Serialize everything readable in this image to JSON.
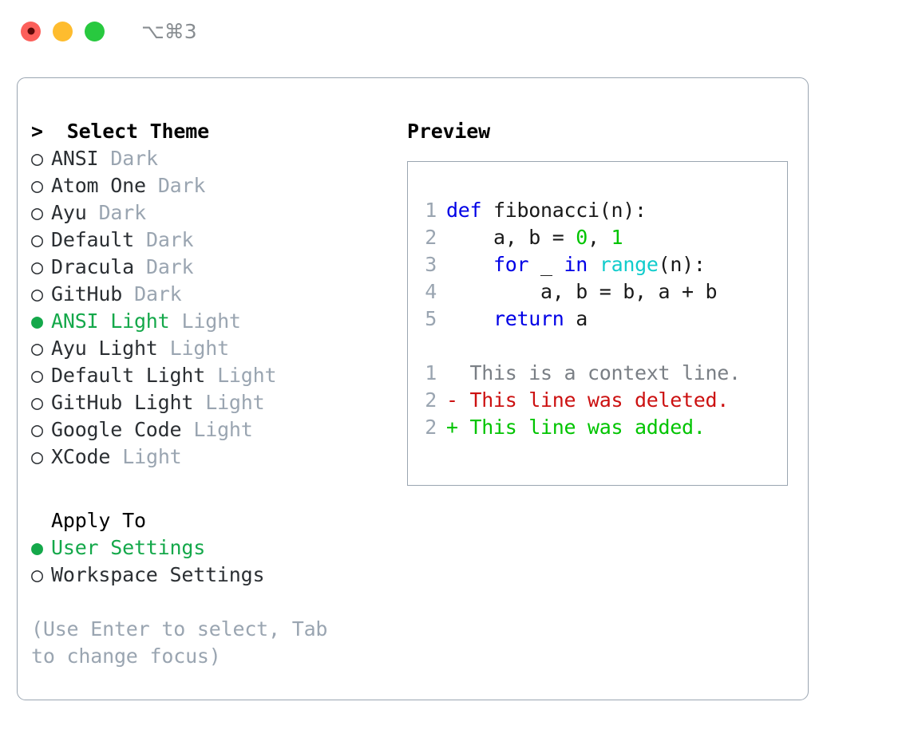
{
  "titlebar": {
    "traffic_lights": [
      "close",
      "minimize",
      "maximize"
    ],
    "shortcut": "⌥⌘3",
    "colors": {
      "red": "#fc5f5a",
      "yellow": "#febc2e",
      "green": "#28c93f"
    }
  },
  "theme_picker": {
    "heading": "> Select Theme",
    "heading_caret": ">",
    "heading_label": "Select Theme",
    "bullet_selected": "●",
    "bullet_unselected": "○",
    "accent_color": "#14a84a",
    "muted_color": "#9aa5b1",
    "options": [
      {
        "bullet": "○",
        "name": "ANSI",
        "kind": "Dark",
        "selected": false
      },
      {
        "bullet": "○",
        "name": "Atom One",
        "kind": "Dark",
        "selected": false
      },
      {
        "bullet": "○",
        "name": "Ayu",
        "kind": "Dark",
        "selected": false
      },
      {
        "bullet": "○",
        "name": "Default",
        "kind": "Dark",
        "selected": false
      },
      {
        "bullet": "○",
        "name": "Dracula",
        "kind": "Dark",
        "selected": false
      },
      {
        "bullet": "○",
        "name": "GitHub",
        "kind": "Dark",
        "selected": false
      },
      {
        "bullet": "●",
        "name": "ANSI Light",
        "kind": "Light",
        "selected": true
      },
      {
        "bullet": "○",
        "name": "Ayu Light",
        "kind": "Light",
        "selected": false
      },
      {
        "bullet": "○",
        "name": "Default Light",
        "kind": "Light",
        "selected": false
      },
      {
        "bullet": "○",
        "name": "GitHub Light",
        "kind": "Light",
        "selected": false
      },
      {
        "bullet": "○",
        "name": "Google Code",
        "kind": "Light",
        "selected": false
      },
      {
        "bullet": "○",
        "name": "XCode",
        "kind": "Light",
        "selected": false
      }
    ]
  },
  "apply_to": {
    "heading": "Apply To",
    "options": [
      {
        "bullet": "●",
        "name": "User Settings",
        "selected": true
      },
      {
        "bullet": "○",
        "name": "Workspace Settings",
        "selected": false
      }
    ]
  },
  "hint": "(Use Enter to select, Tab to change focus)",
  "preview": {
    "heading": "Preview",
    "code_lines": [
      {
        "lnum": "1",
        "tokens": [
          {
            "text": "def",
            "style": "kw"
          },
          {
            "text": " fibonacci(n):",
            "style": "plain"
          }
        ]
      },
      {
        "lnum": "2",
        "tokens": [
          {
            "text": "    a, b = ",
            "style": "plain"
          },
          {
            "text": "0",
            "style": "num"
          },
          {
            "text": ", ",
            "style": "plain"
          },
          {
            "text": "1",
            "style": "num"
          }
        ]
      },
      {
        "lnum": "3",
        "tokens": [
          {
            "text": "    ",
            "style": "plain"
          },
          {
            "text": "for",
            "style": "kw"
          },
          {
            "text": " _ ",
            "style": "plain"
          },
          {
            "text": "in",
            "style": "kw"
          },
          {
            "text": " ",
            "style": "plain"
          },
          {
            "text": "range",
            "style": "fn"
          },
          {
            "text": "(n):",
            "style": "plain"
          }
        ]
      },
      {
        "lnum": "4",
        "tokens": [
          {
            "text": "        a, b = b, a + b",
            "style": "plain"
          }
        ]
      },
      {
        "lnum": "5",
        "tokens": [
          {
            "text": "    ",
            "style": "plain"
          },
          {
            "text": "return",
            "style": "kw"
          },
          {
            "text": " a",
            "style": "plain"
          }
        ]
      }
    ],
    "diff_lines": [
      {
        "lnum": "1",
        "marker": " ",
        "text": " This is a context line.",
        "style": "ctx"
      },
      {
        "lnum": "2",
        "marker": "-",
        "text": " This line was deleted.",
        "style": "del"
      },
      {
        "lnum": "2",
        "marker": "+",
        "text": " This line was added.",
        "style": "add"
      }
    ],
    "syntax_colors": {
      "keyword": "#0000e6",
      "number": "#00c400",
      "function": "#11cccc",
      "plain": "#1a1a1a",
      "line_number": "#9aa5b1",
      "context": "#7a7f85",
      "deleted": "#cc1111",
      "added": "#00c400"
    }
  }
}
